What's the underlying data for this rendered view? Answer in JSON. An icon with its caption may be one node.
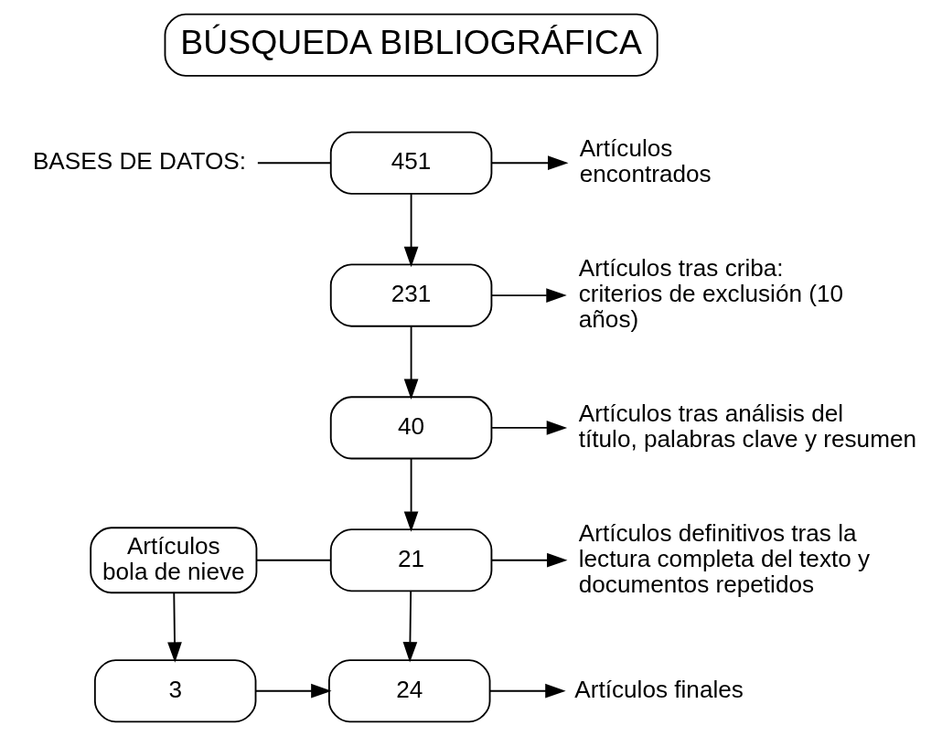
{
  "diagram": {
    "nodes": [
      {
        "text": [
          "BÚSQUEDA BIBLIOGRÁFICA"
        ]
      },
      {
        "text": [
          "BASES DE DATOS:"
        ]
      },
      {
        "text": [
          "451"
        ]
      },
      {
        "text": [
          "Artículos encontrados"
        ]
      },
      {
        "text": [
          "231"
        ]
      },
      {
        "text": [
          "Artículos tras criba: criterios de exclusión (10 años)"
        ]
      },
      {
        "text": [
          "40"
        ]
      },
      {
        "text": [
          "Artículos tras análisis del título, palabras clave y resumen"
        ]
      },
      {
        "text": [
          "Artículos bola de nieve"
        ]
      },
      {
        "text": [
          "21"
        ]
      },
      {
        "text": [
          "Artículos definitivos tras la lectura completa del texto y documentos repetidos"
        ]
      },
      {
        "text": [
          "3"
        ]
      },
      {
        "text": [
          "24"
        ]
      },
      {
        "text": [
          "Artículos finales"
        ]
      }
    ],
    "edges": [
      {
        "from": 1,
        "to": 2,
        "arrow": "none"
      },
      {
        "from": 2,
        "to": 3,
        "arrow": "to"
      },
      {
        "from": 2,
        "to": 4,
        "arrow": "to"
      },
      {
        "from": 4,
        "to": 5,
        "arrow": "to"
      },
      {
        "from": 4,
        "to": 6,
        "arrow": "to"
      },
      {
        "from": 6,
        "to": 7,
        "arrow": "to"
      },
      {
        "from": 6,
        "to": 9,
        "arrow": "to"
      },
      {
        "from": 8,
        "to": 9,
        "arrow": "none"
      },
      {
        "from": 9,
        "to": 10,
        "arrow": "to"
      },
      {
        "from": 9,
        "to": 12,
        "arrow": "to"
      },
      {
        "from": 8,
        "to": 11,
        "arrow": "to"
      },
      {
        "from": 11,
        "to": 12,
        "arrow": "to"
      },
      {
        "from": 12,
        "to": 13,
        "arrow": "to"
      }
    ]
  }
}
